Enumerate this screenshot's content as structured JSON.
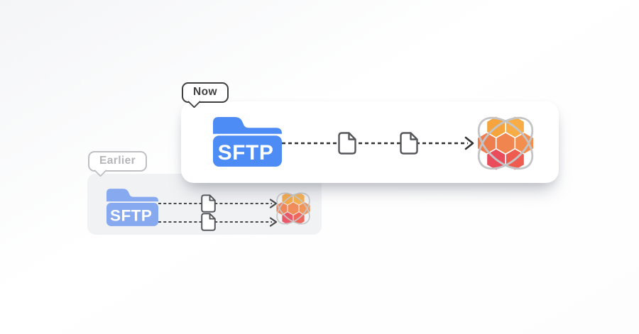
{
  "scene": {
    "now": {
      "badge": "Now",
      "source": "SFTP",
      "files_on_path": 2
    },
    "earlier": {
      "badge": "Earlier",
      "source": "SFTP",
      "parallel_paths": 2
    }
  },
  "icons": {
    "source": "folder-icon",
    "payload": "file-document-icon",
    "destination": "keboola-hexagon-orbit-logo",
    "connector": "dashed-arrow"
  },
  "colors": {
    "page_bg_from": "#F4F5F7",
    "page_bg_to": "#FFFFFF",
    "card_bg": "#FFFFFF",
    "panel_bg": "#F1F2F4",
    "folder_now": "#4D8BF5",
    "folder_earlier": "#86A9F0",
    "folder_text": "#FFFFFF",
    "arrow_now": "#333333",
    "arrow_earlier": "#4A4A4A",
    "file_stroke_now": "#55565A",
    "file_stroke_earlier": "#515257",
    "file_fill": "#FFFFFF",
    "orbit": "#C4C4C6",
    "bubble_now_border": "#3F3F41",
    "bubble_now_text": "#3F3F41",
    "bubble_earlier_border": "#BFBFC4",
    "bubble_earlier_text": "#B5B5BA",
    "hexagons": [
      "#F5A43E",
      "#F8AC45",
      "#EF7E4E",
      "#F0854F",
      "#F28F4E",
      "#E94D5C",
      "#EE5C50"
    ]
  }
}
